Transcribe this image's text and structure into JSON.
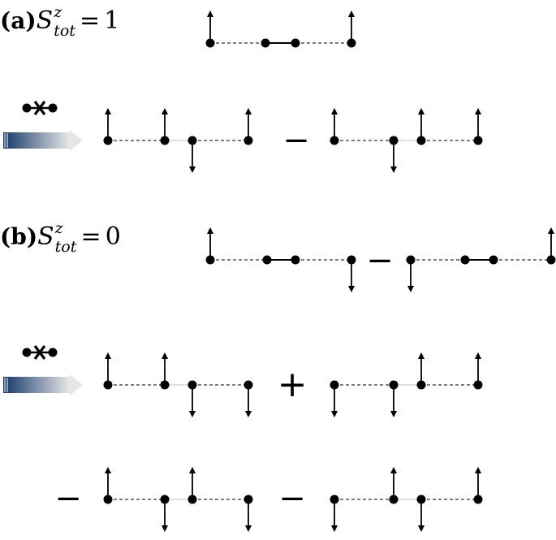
{
  "panels": {
    "a": {
      "tag": "(a)",
      "symbol": "S",
      "sup": "z",
      "sub": "tot",
      "equals": "=",
      "value": "1"
    },
    "b": {
      "tag": "(b)",
      "symbol": "S",
      "sup": "z",
      "sub": "tot",
      "equals": "=",
      "value": "0"
    }
  },
  "operators": {
    "minus": "−",
    "plus": "+"
  },
  "colors": {
    "ink": "#000000",
    "arrow_start": "#1a3a6a",
    "arrow_end": "#e8e8e8",
    "dashed": "#333333"
  }
}
